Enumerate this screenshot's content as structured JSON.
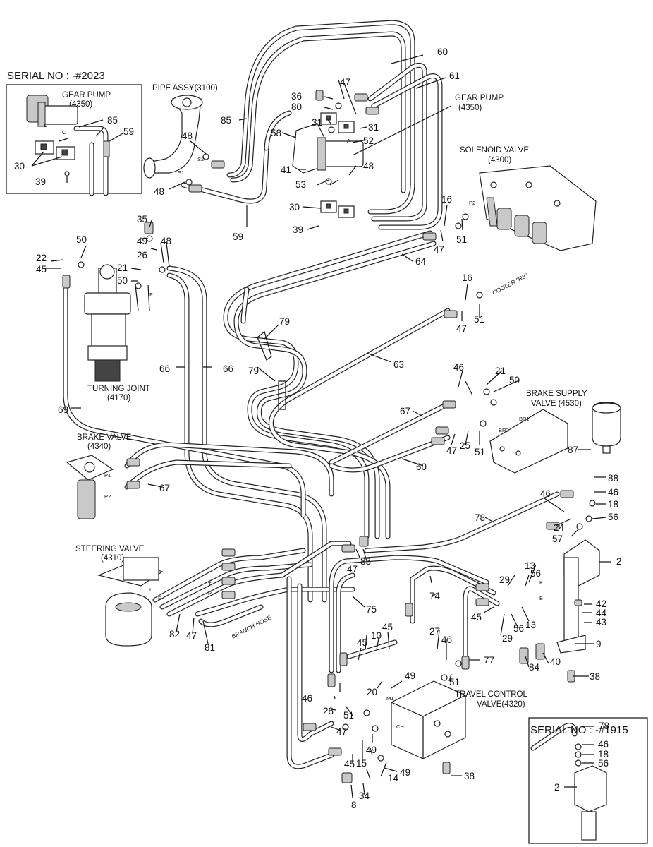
{
  "inset_top": {
    "title": "SERIAL NO : -#2023",
    "gear_pump_label": "GEAR PUMP",
    "gear_pump_code": "(4350)"
  },
  "inset_bottom": {
    "title": "SERIAL NO : -#1915"
  },
  "component_labels": {
    "pipe_assy": "PIPE ASSY(3100)",
    "gear_pump": "GEAR PUMP",
    "gear_pump_code": "(4350)",
    "solenoid_valve": "SOLENOID VALVE",
    "solenoid_valve_code": "(4300)",
    "turning_joint": "TURNING JOINT",
    "turning_joint_code": "(4170)",
    "brake_supply_valve": "BRAKE SUPPLY",
    "brake_supply_valve_2": "VALVE (4530)",
    "brake_valve": "BRAKE VALVE",
    "brake_valve_code": "(4340)",
    "steering_valve": "STEERING VALVE",
    "steering_valve_code": "(4310)",
    "travel_control_valve": "TRAVEL CONTROL",
    "travel_control_valve_2": "VALVE(4320)",
    "branch_hose": "BRANCH HOSE",
    "cooler": "COOLER \"R3\""
  },
  "port_labels": [
    "S1",
    "S2",
    "P1",
    "P2",
    "L",
    "R",
    "T",
    "P",
    "BR1",
    "BR2",
    "M1",
    "CH",
    "F",
    "K",
    "B",
    "A",
    "C",
    "D",
    "P2"
  ],
  "callouts": [
    "2",
    "8",
    "9",
    "10",
    "13",
    "14",
    "15",
    "16",
    "18",
    "20",
    "21",
    "22",
    "24",
    "25",
    "26",
    "27",
    "28",
    "29",
    "30",
    "31",
    "34",
    "35",
    "36",
    "38",
    "39",
    "40",
    "41",
    "42",
    "43",
    "44",
    "45",
    "46",
    "47",
    "48",
    "49",
    "50",
    "51",
    "52",
    "53",
    "56",
    "57",
    "58",
    "59",
    "60",
    "61",
    "63",
    "64",
    "66",
    "67",
    "69",
    "74",
    "75",
    "77",
    "78",
    "79",
    "80",
    "81",
    "82",
    "83",
    "84",
    "85",
    "87",
    "88"
  ]
}
